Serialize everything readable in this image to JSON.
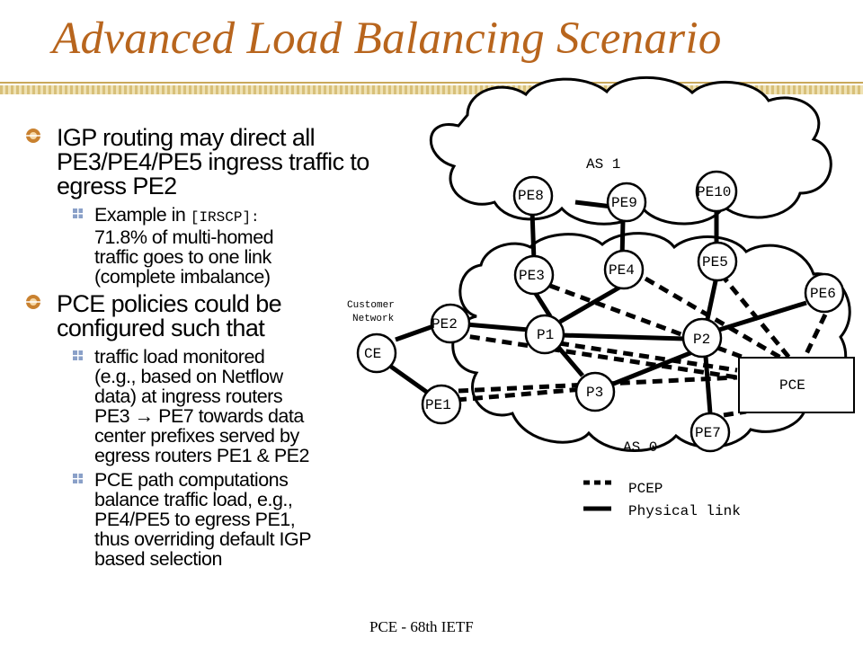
{
  "title": "Advanced Load Balancing Scenario",
  "bullets": [
    {
      "text": "IGP routing may direct all PE3/PE4/PE5 ingress traffic to egress PE2",
      "sub": [
        {
          "lines": [
            "Example in ",
            "71.8% of multi-homed",
            "traffic goes to one link",
            "(complete imbalance)"
          ],
          "ref": "[IRSCP]:"
        }
      ]
    },
    {
      "text": "PCE policies could be configured such that",
      "sub": [
        {
          "lines": [
            "traffic load monitored",
            "(e.g., based on Netflow",
            "data) at ingress routers",
            "PE3 ",
            " PE7 towards data",
            "center prefixes served by",
            "egress routers PE1 & PE2"
          ],
          "arrow": "→"
        },
        {
          "lines": [
            "PCE path computations",
            "balance traffic load, e.g.,",
            "PE4/PE5 to egress PE1,",
            "thus overriding default IGP",
            "based selection"
          ]
        }
      ]
    }
  ],
  "diagram": {
    "as1_label": "AS 1",
    "as0_label": "AS 0",
    "customer_label_1": "Customer",
    "customer_label_2": "Network",
    "nodes": {
      "PE8": "PE8",
      "PE9": "PE9",
      "PE10": "PE10",
      "PE3": "PE3",
      "PE4": "PE4",
      "PE5": "PE5",
      "PE6": "PE6",
      "PE2": "PE2",
      "P1": "P1",
      "P2": "P2",
      "CE": "CE",
      "PE1": "PE1",
      "P3": "P3",
      "PE7": "PE7"
    },
    "pce_label": "PCE",
    "legend": {
      "pcep": "PCEP",
      "physical": "Physical link"
    }
  },
  "footer": "PCE - 68th IETF",
  "colors": {
    "title": "#b8651d",
    "bullet_marker": "#c9812f",
    "sub_marker": "#8aa0c8"
  }
}
